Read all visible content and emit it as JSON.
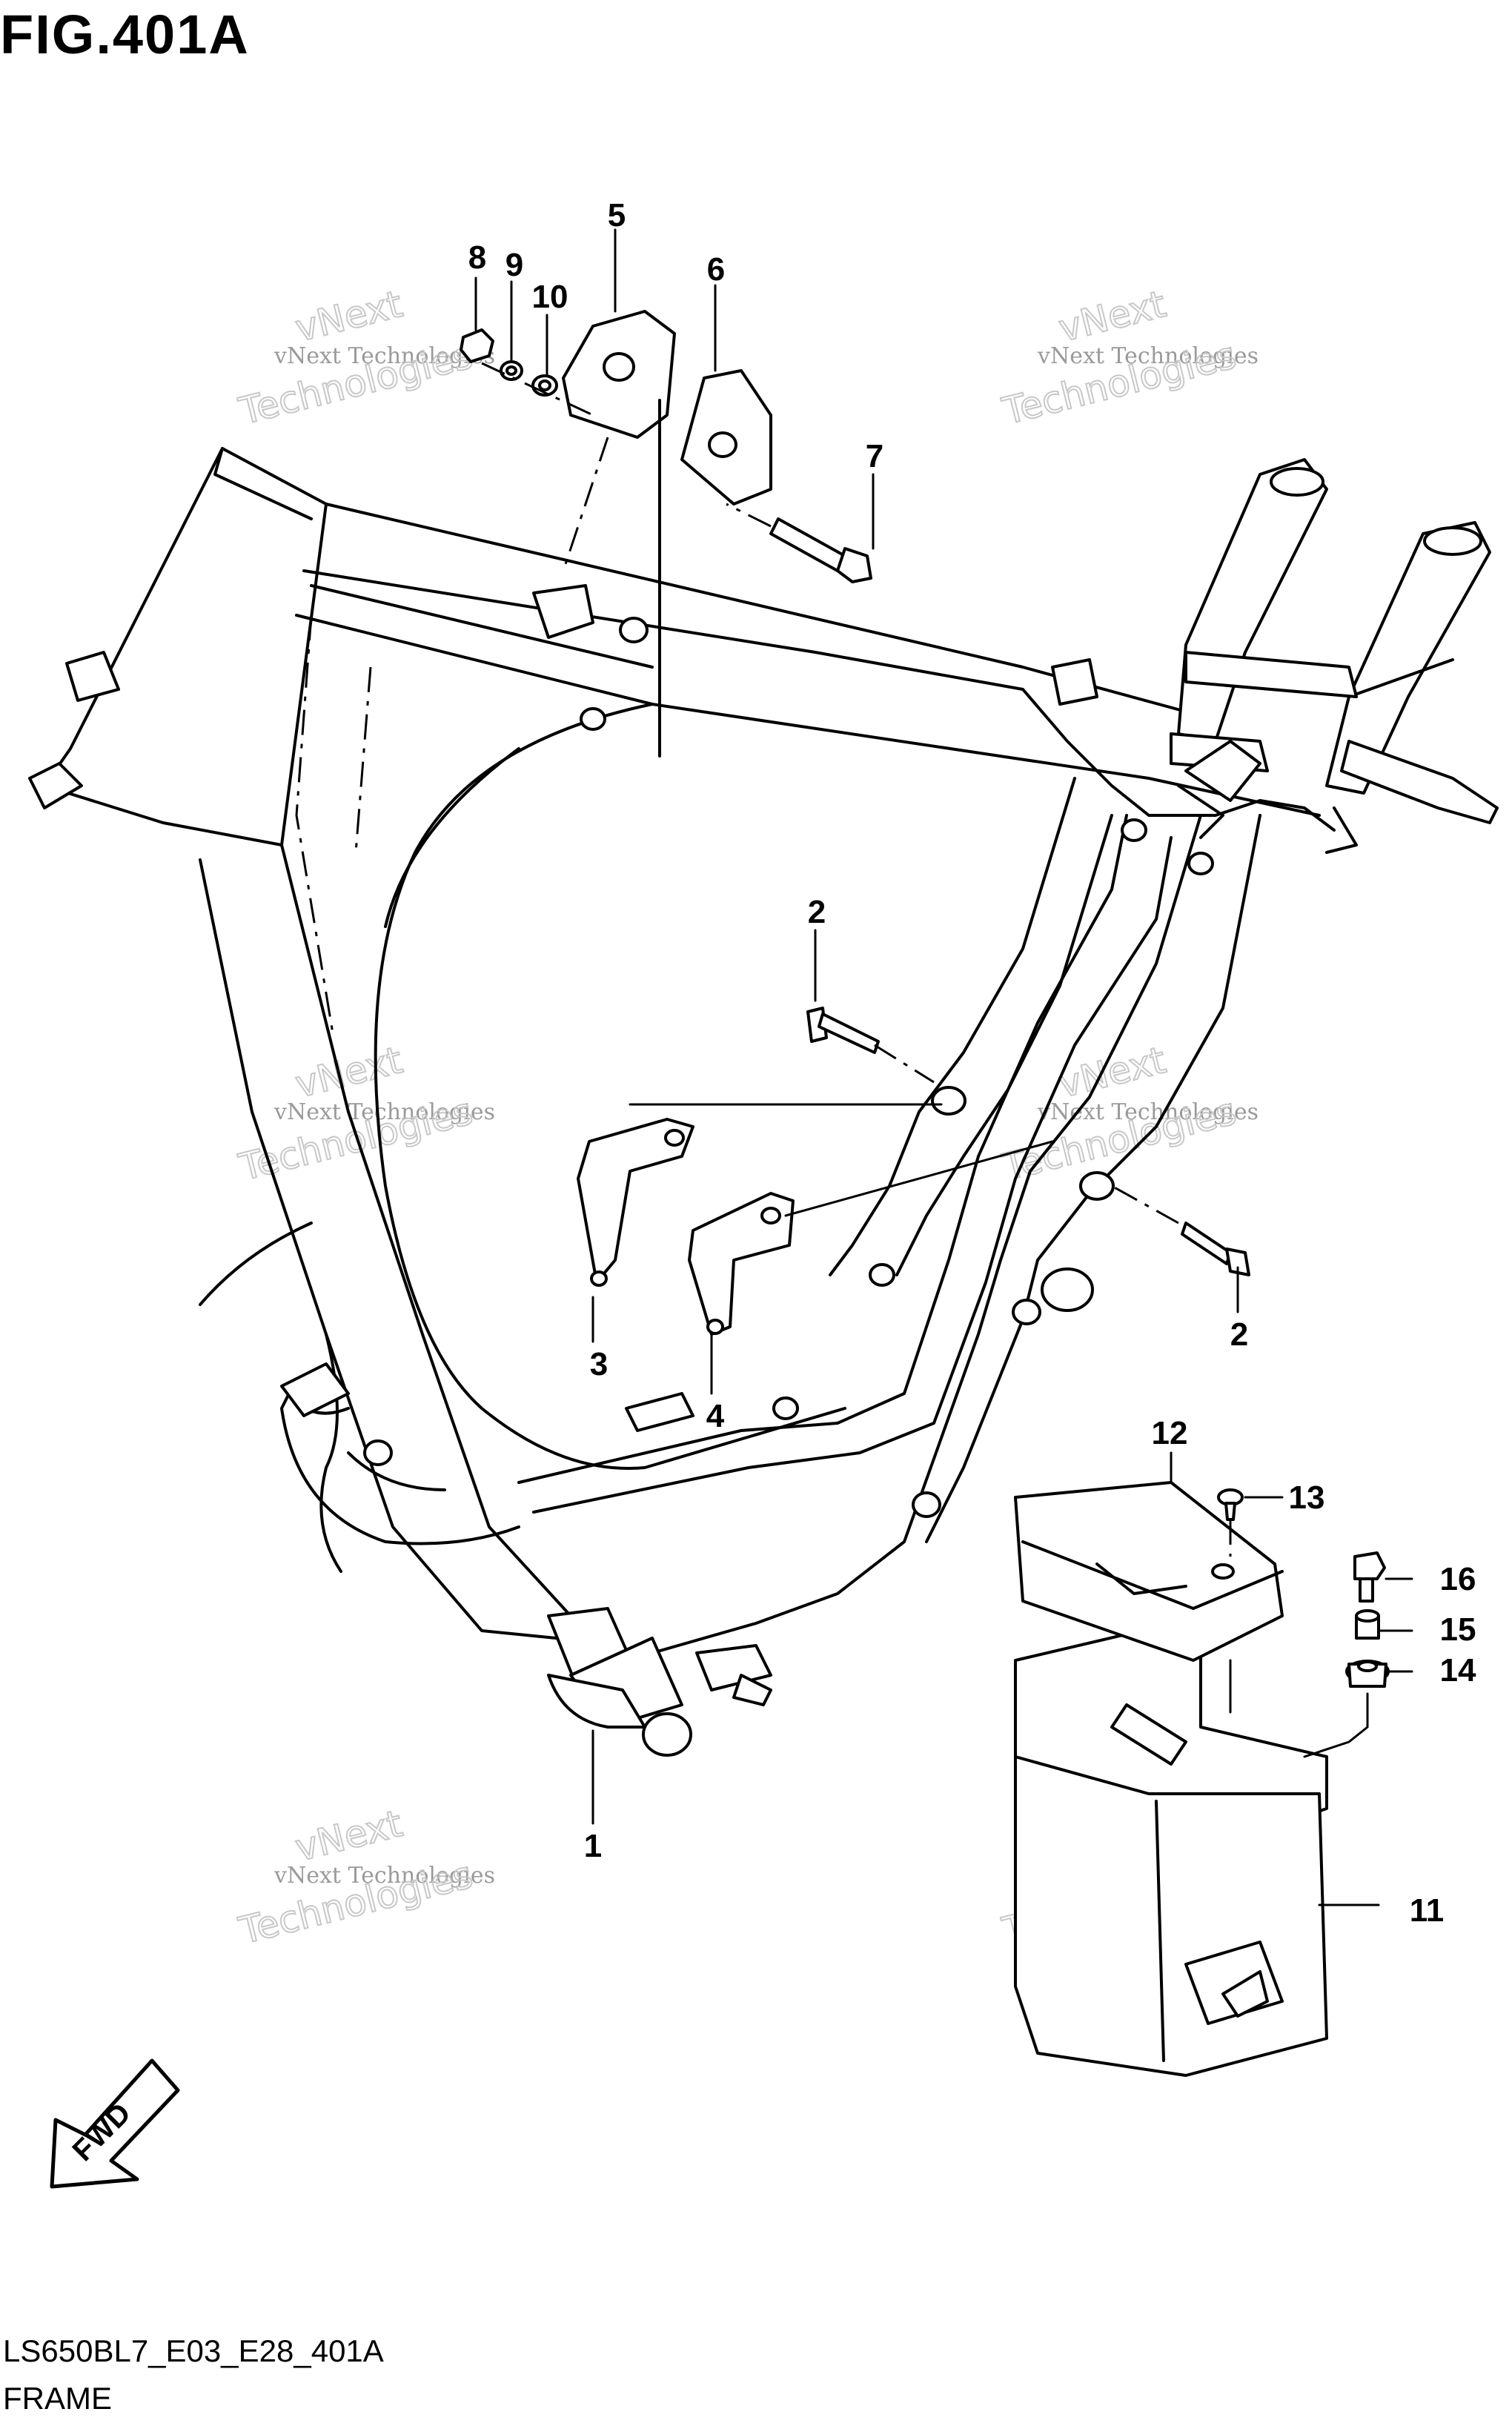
{
  "figure": {
    "title": "FIG.401A",
    "model_code": "LS650BL7_E03_E28_401A",
    "section_name": "FRAME"
  },
  "watermark": {
    "line_small": "vNext Technologies",
    "line_big_1": "vNext",
    "line_big_2": "Technologies"
  },
  "callouts": {
    "c1": "1",
    "c2a": "2",
    "c2b": "2",
    "c3": "3",
    "c4": "4",
    "c5": "5",
    "c6": "6",
    "c7": "7",
    "c8": "8",
    "c9": "9",
    "c10": "10",
    "c11": "11",
    "c12": "12",
    "c13": "13",
    "c14": "14",
    "c15": "15",
    "c16": "16"
  },
  "fwd_label": "FWD",
  "icons": {
    "fwd": "fwd-arrow-icon"
  }
}
